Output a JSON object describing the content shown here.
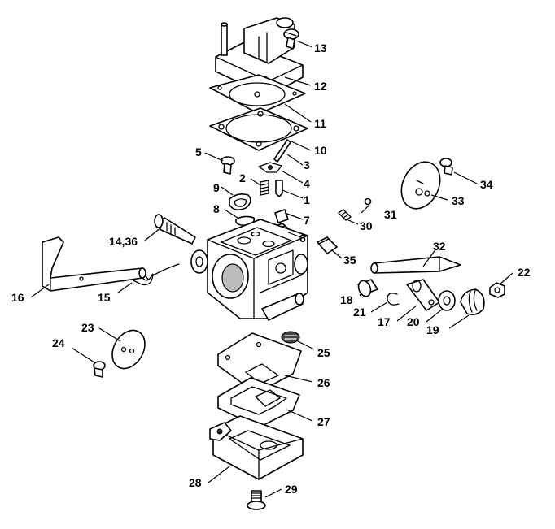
{
  "diagram": {
    "part_labels": {
      "p1": "1",
      "p2": "2",
      "p3": "3",
      "p4": "4",
      "p5": "5",
      "p6": "6",
      "p7": "7",
      "p8": "8",
      "p9": "9",
      "p10": "10",
      "p11": "11",
      "p12": "12",
      "p13": "13",
      "p14_36": "14,36",
      "p15": "15",
      "p16": "16",
      "p17": "17",
      "p18": "18",
      "p19": "19",
      "p20": "20",
      "p21": "21",
      "p22": "22",
      "p23": "23",
      "p24": "24",
      "p25": "25",
      "p26": "26",
      "p27": "27",
      "p28": "28",
      "p29": "29",
      "p30": "30",
      "p31": "31",
      "p32": "32",
      "p33": "33",
      "p34": "34",
      "p35": "35"
    },
    "colors": {
      "line": "#000000",
      "background": "#ffffff"
    }
  }
}
